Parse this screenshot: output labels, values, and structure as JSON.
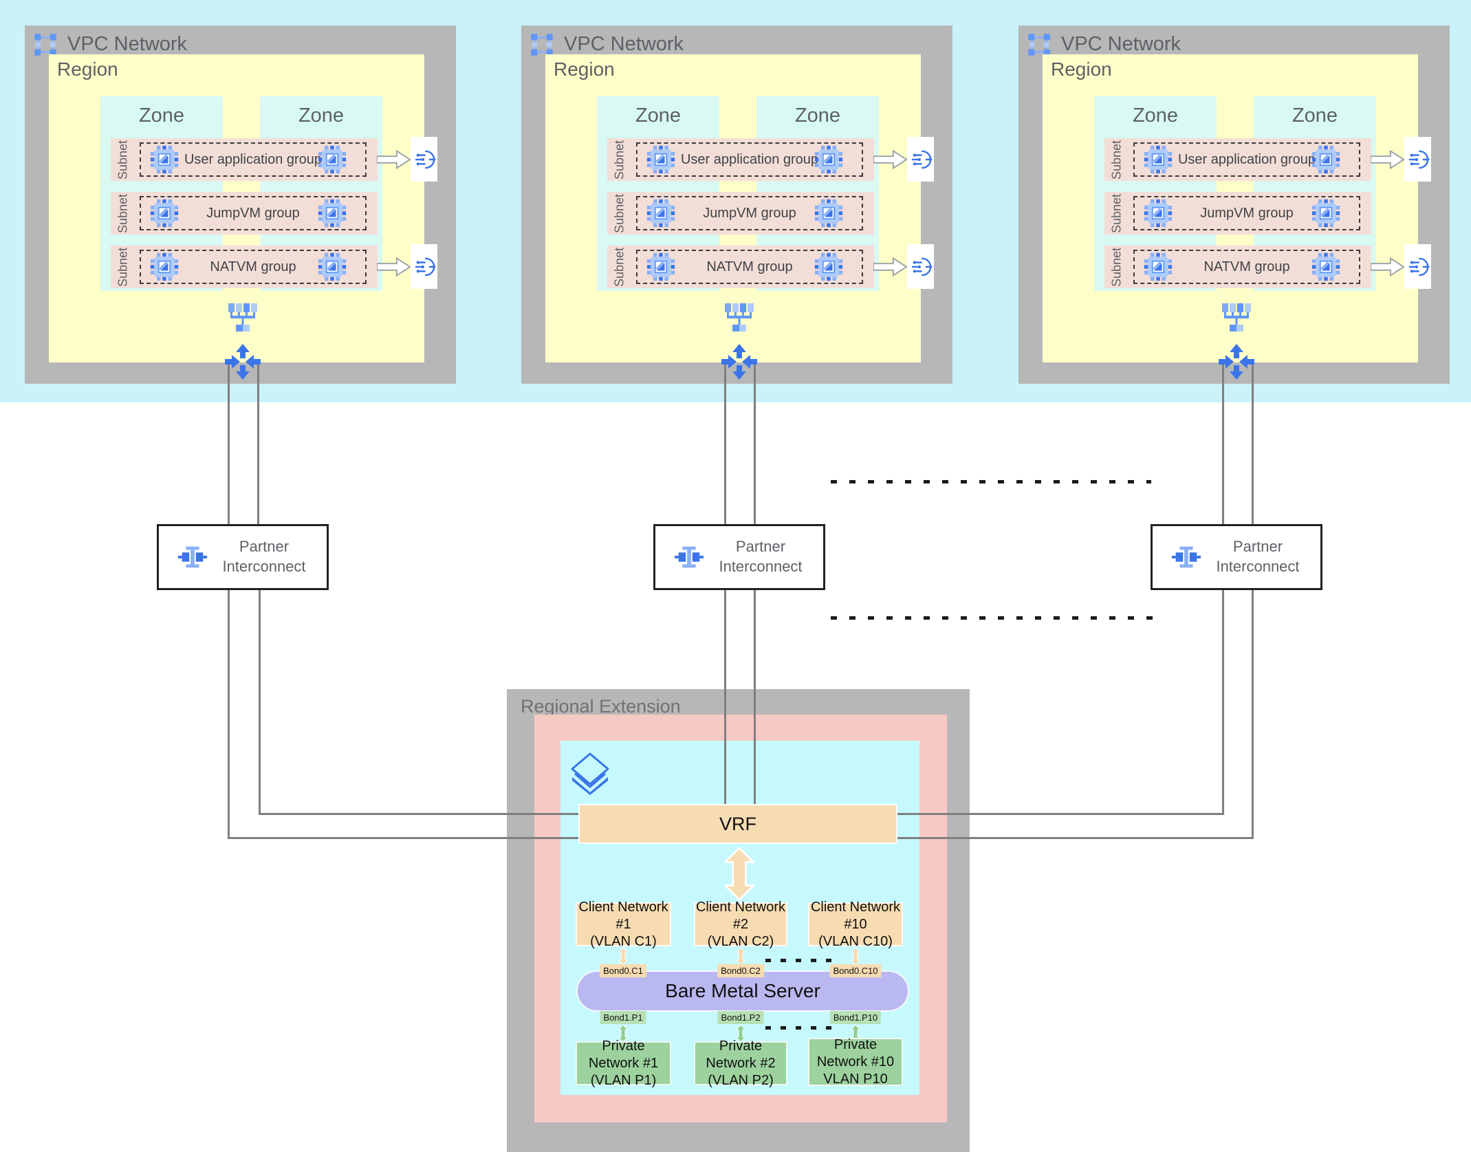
{
  "colors": {
    "background_band": "#c9f2fb",
    "vpc_frame": "#b7b7b7",
    "region_fill": "#feffc8",
    "zone_fill": "#d9f9f3",
    "subnet_fill": "#f3ded7",
    "extension_frame": "#b7b7b7",
    "extension_pink": "#f7c9c5",
    "extension_cyan": "#c5f9fe",
    "vrf_fill": "#f7dcb2",
    "client_network_fill": "#f7dcb2",
    "server_fill": "#b9b8f1",
    "private_network_fill": "#9dd29e",
    "bond0_fill": "#f7dcb2",
    "bond1_fill": "#b7e0b4",
    "connector_gray": "#7f7f7f",
    "icon_blue": "#3b74e8",
    "icon_blue_light": "#8ab0f5"
  },
  "vpc": {
    "title": "VPC Network",
    "region": "Region",
    "zone": "Zone",
    "subnet": "Subnet",
    "groups": [
      "User application group",
      "JumpVM group",
      "NATVM group"
    ],
    "icons": {
      "vpc": "vpc-icon",
      "vm": "vm-icon",
      "load_balancer": "load-balancer-icon",
      "network": "network-icon",
      "router": "router-icon"
    }
  },
  "interconnect": {
    "line1": "Partner",
    "line2": "Interconnect",
    "icon": "partner-interconnect-icon"
  },
  "regional_extension": {
    "title": "Regional Extension",
    "icon": "bare-metal-solution-icon",
    "vrf": "VRF",
    "client_networks": [
      {
        "line1": "Client Network #1",
        "line2": "(VLAN C1)"
      },
      {
        "line1": "Client Network #2",
        "line2": "(VLAN C2)"
      },
      {
        "line1": "Client Network #10",
        "line2": "(VLAN C10)"
      }
    ],
    "bond0": [
      "Bond0.C1",
      "Bond0.C2",
      "Bond0.C10"
    ],
    "server": "Bare Metal Server",
    "bond1": [
      "Bond1.P1",
      "Bond1.P2",
      "Bond1.P10"
    ],
    "private_networks": [
      {
        "line1": "Private Network #1",
        "line2": "(VLAN P1)"
      },
      {
        "line1": "Private Network #2",
        "line2": "(VLAN P2)"
      },
      {
        "line1": "Private Network #10",
        "line2": "VLAN P10"
      }
    ]
  }
}
